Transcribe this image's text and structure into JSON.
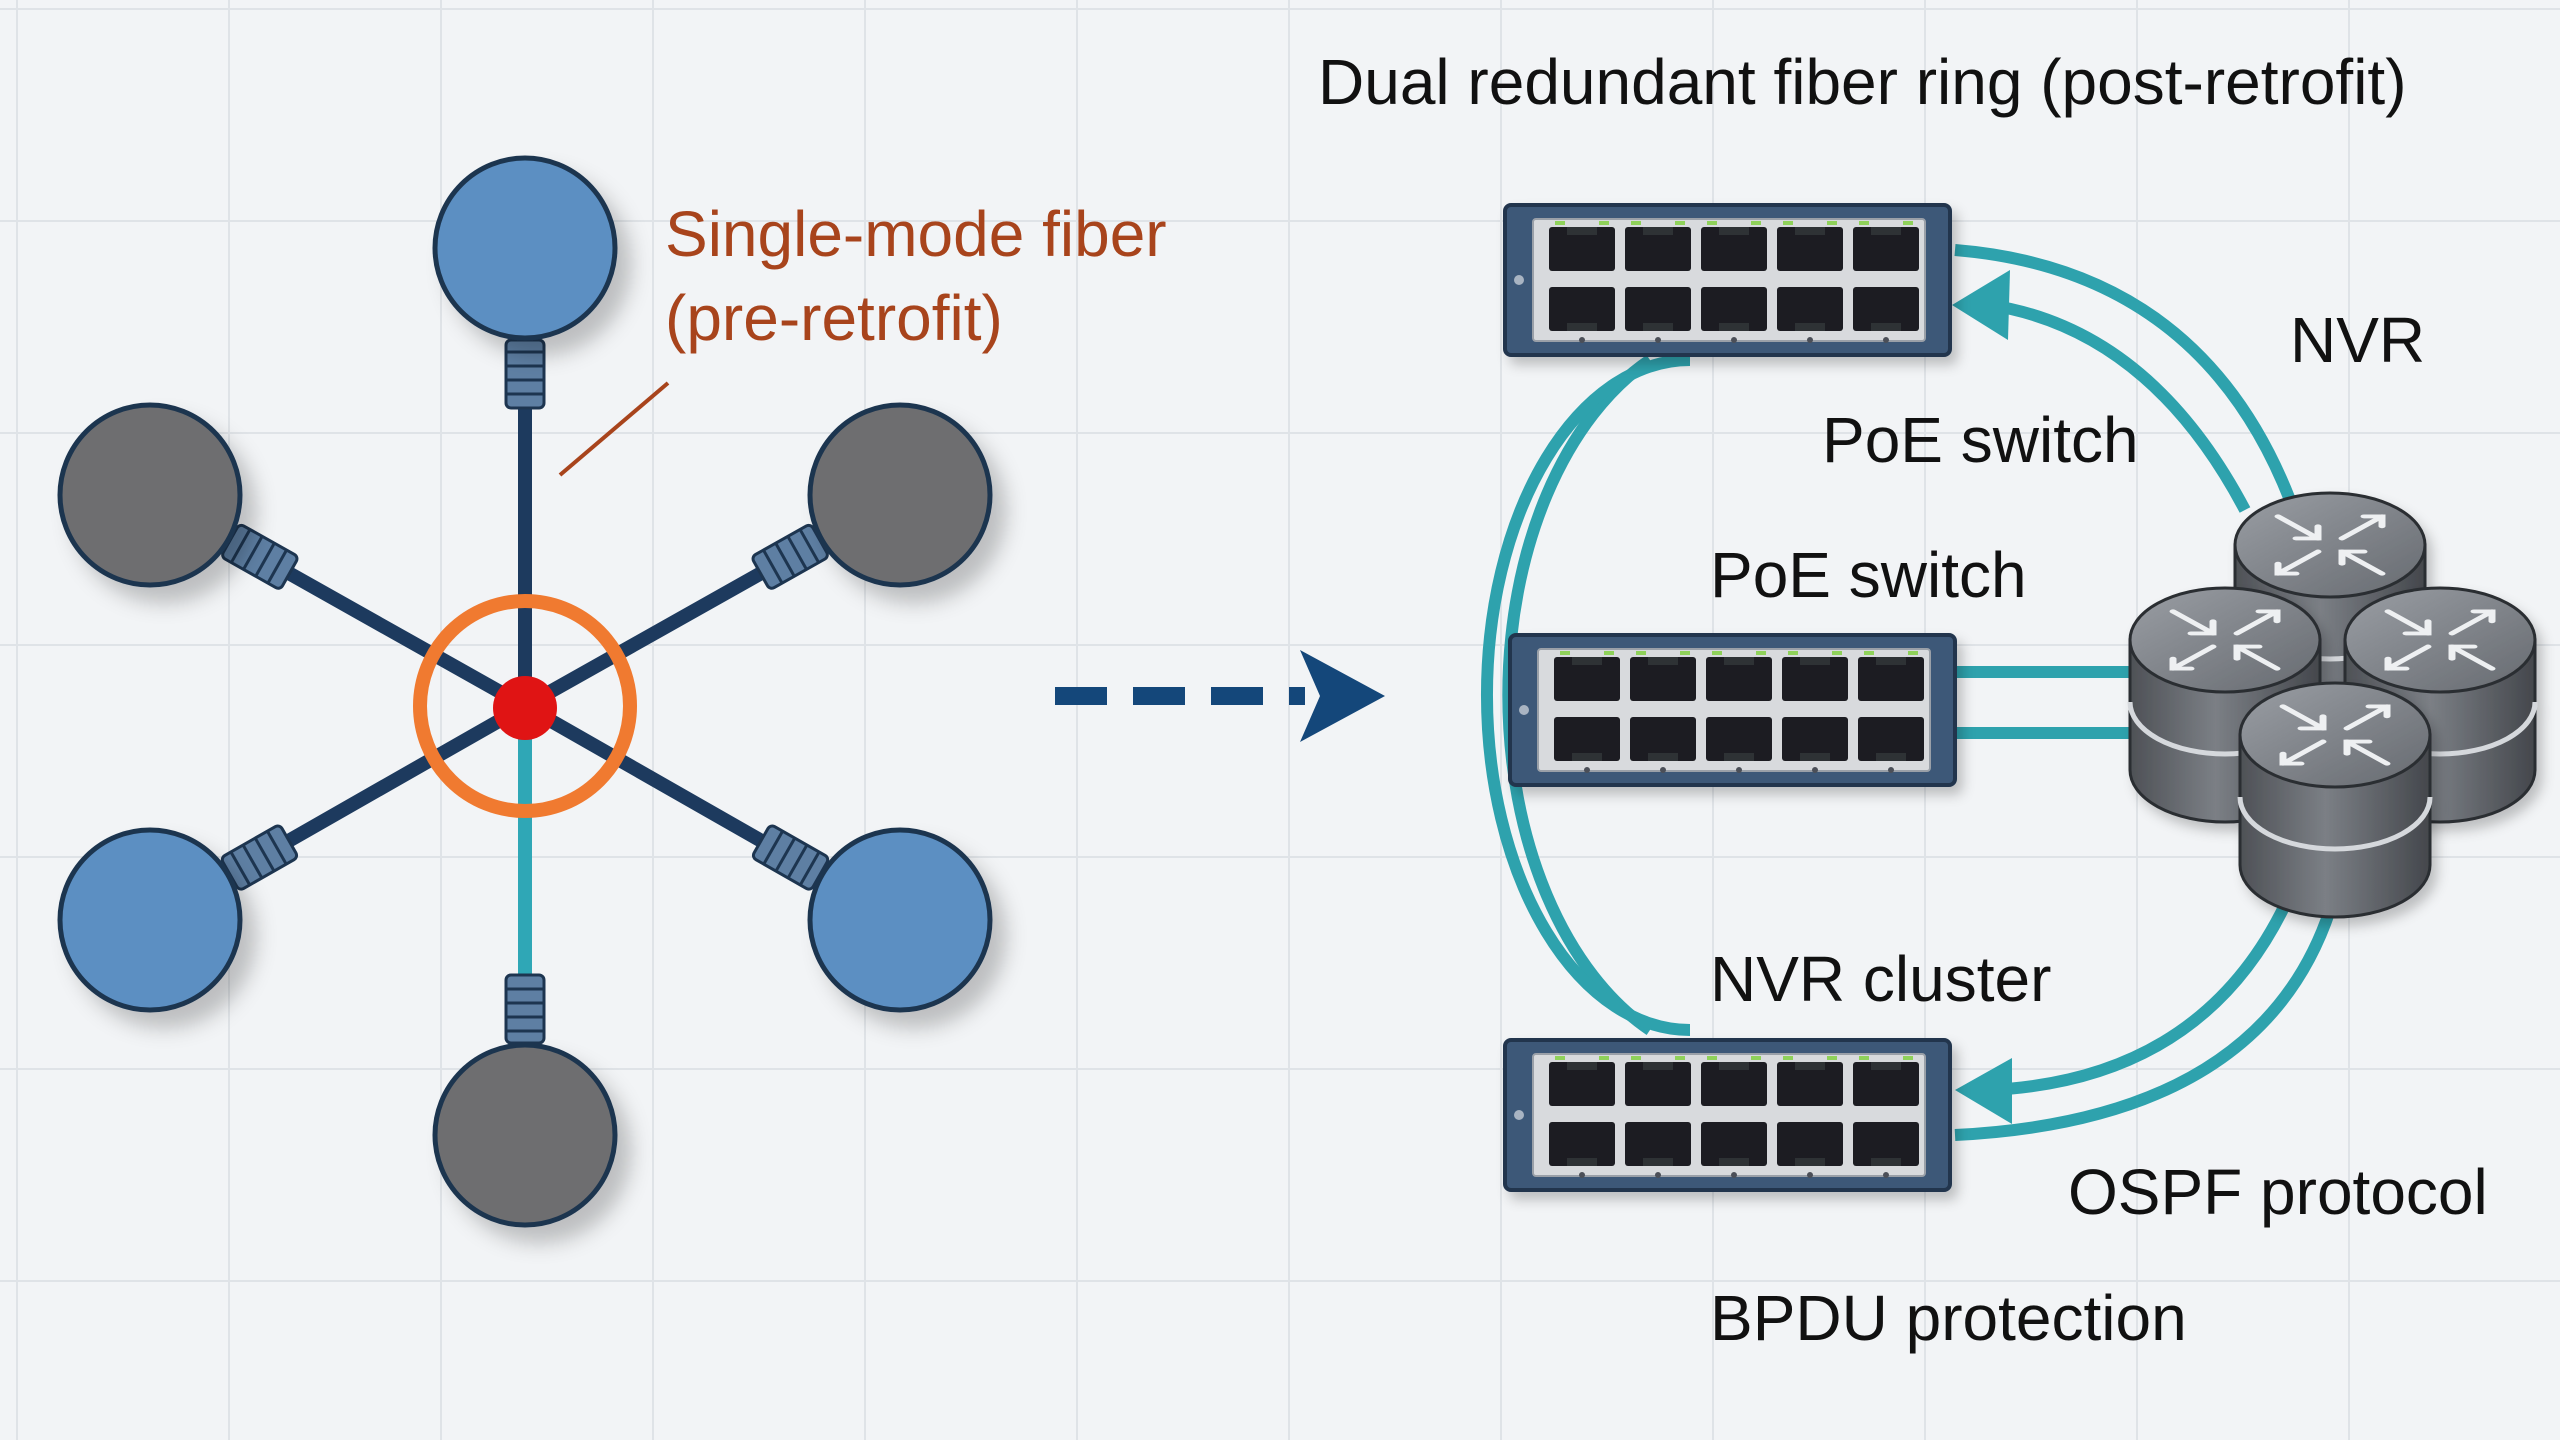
{
  "title": "Dual redundant fiber ring (post-retrofit)",
  "left": {
    "label_line1": "Single-mode fiber",
    "label_line2": "(pre-retrofit)"
  },
  "right": {
    "labels": {
      "nvr": "NVR",
      "poe_switch_top": "PoE switch",
      "poe_switch_mid": "PoE switch",
      "nvr_cluster": "NVR cluster",
      "ospf": "OSPF protocol",
      "bpdu": "BPDU protection"
    }
  },
  "colors": {
    "blue_node": "#5b8fc2",
    "gray_node": "#6e6e70",
    "node_stroke": "#1d3550",
    "dark_cable": "#1d3a5e",
    "teal_cable": "#2fa7b6",
    "center_ring": "#f07a30",
    "center_dot": "#e01414",
    "accent_text": "#a8441c",
    "ring": "#2ea2ad",
    "arrow": "#14477a",
    "switch_body": "#3c5878"
  },
  "icons": {
    "arrow": "dashed-right-arrow-icon",
    "router": "router-cylinder-icon",
    "switch": "network-switch-icon"
  }
}
